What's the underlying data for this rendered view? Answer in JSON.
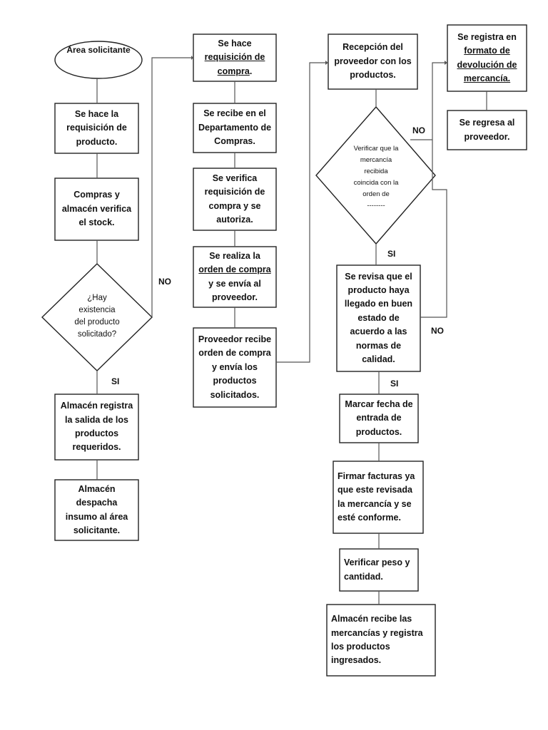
{
  "flowchart": {
    "col1": {
      "start": "Área solicitante",
      "step1": "Se hace la requisición de producto.",
      "step2": "Compras y almacén verifica el stock.",
      "decision": [
        "¿Hay",
        "existencia",
        "del producto",
        "solicitado?"
      ],
      "step3": "Almacén registra la salida de los productos requeridos.",
      "step4": "Almacén despacha insumo al área solicitante."
    },
    "col2": {
      "step1_pre": "Se hace ",
      "step1_link": "requisición de compra",
      "step1_post": ".",
      "step2": "Se recibe en el Departamento de Compras.",
      "step3": "Se verifica requisición de compra y se autoriza.",
      "step4_pre": "Se realiza la ",
      "step4_link": "orden de compra",
      "step4_post": " y se envía al proveedor.",
      "step5": "Proveedor recibe orden de compra y envía los productos solicitados."
    },
    "col3": {
      "step1": "Recepción del proveedor con los productos.",
      "decision": [
        "Verificar que la",
        "mercancía",
        "recibida",
        "coincida con la",
        "orden de",
        "--------"
      ],
      "step2": "Se revisa que el producto haya llegado en buen estado de acuerdo a las normas de calidad.",
      "step3": "Marcar fecha de entrada de productos.",
      "step4": "Firmar facturas ya que este revisada la mercancía y se esté conforme.",
      "step5": "Verificar peso y cantidad.",
      "step6": "Almacén recibe las mercancías y registra los productos ingresados."
    },
    "col4": {
      "step1_pre": "Se registra en ",
      "step1_link": "formato de devolución de mercancía.",
      "step2": "Se regresa al proveedor."
    },
    "labels": {
      "no1": "NO",
      "si1": "SI",
      "no2": "NO",
      "si2": "SI",
      "no3": "NO",
      "si3": "SI"
    }
  }
}
